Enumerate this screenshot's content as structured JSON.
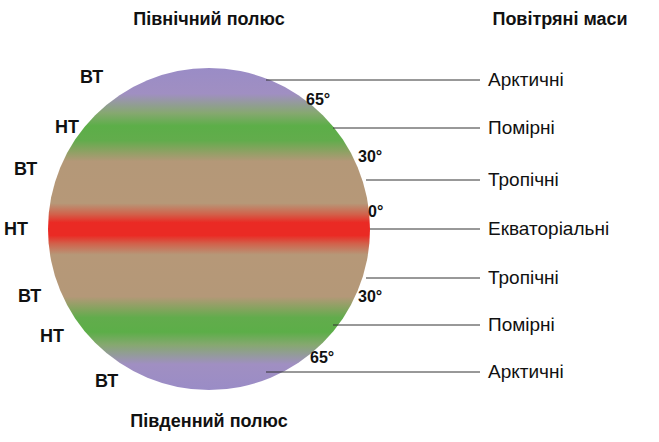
{
  "diagram": {
    "labels": [
      "Північний полюс",
      "Повітряні маси",
      "ВТ",
      "НТ",
      "ВТ",
      "НТ",
      "ВТ",
      "НТ",
      "ВТ",
      "65°",
      "30°",
      "0°",
      "30°",
      "65°",
      "Арктичні",
      "Помірні",
      "Тропічні",
      "Екваторіальні",
      "Тропічні",
      "Помірні",
      "Арктичні",
      "Південний полюс"
    ]
  }
}
